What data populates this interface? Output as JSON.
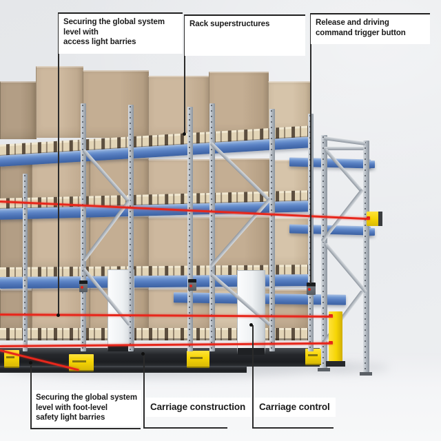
{
  "callouts": {
    "access_light_barrier": {
      "lines": [
        "Securing the global system",
        "level with",
        "access light barries"
      ]
    },
    "rack_superstructures": {
      "lines": [
        "Rack superstructures"
      ]
    },
    "release_trigger_button": {
      "lines": [
        "Release and driving",
        "command trigger button"
      ]
    },
    "foot_level_light_barrier": {
      "lines": [
        "Securing the global system",
        "level with foot-level",
        "safety light barries"
      ]
    },
    "carriage_construction": {
      "lines": [
        "Carriage construction"
      ]
    },
    "carriage_control": {
      "lines": [
        "Carriage control"
      ]
    }
  },
  "colors": {
    "laser-red": "#e7271c",
    "beam-blue": "#5b82c4",
    "beam-blue-dark": "#3c61a2",
    "cardboard": "#c8b399",
    "pallet-wood": "#e3d5b7",
    "pallet-slot": "#5d4f3f",
    "steel": "#b3bac2",
    "steel-dark": "#8d959e",
    "steel-light": "#d9dde1",
    "safety-yellow": "#f6d504",
    "carriage-black": "#26282c",
    "cabinet-white": "#eef1f3",
    "label-text": "#1a1a1a",
    "leader-line": "#2a2a2a",
    "background": "#e5e7ea",
    "floor": "#f4f5f7"
  }
}
